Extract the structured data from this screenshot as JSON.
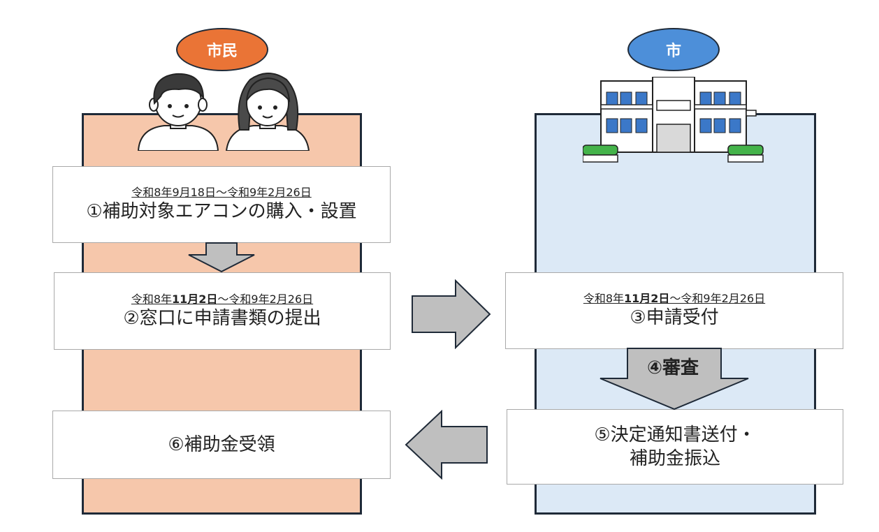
{
  "actors": {
    "citizen": {
      "label": "市民",
      "color": "#ea7436"
    },
    "city": {
      "label": "市",
      "color": "#4d8fd9"
    }
  },
  "steps": {
    "step1": {
      "date": "令和8年9月18日～令和9年2月26日",
      "label": "①補助対象エアコンの購入・設置"
    },
    "step2": {
      "date_start": "令和8年",
      "date_bold": "11月2日",
      "date_end": "～令和9年2月26日",
      "label": "②窓口に申請書類の提出"
    },
    "step3": {
      "date_start": "令和8年",
      "date_bold": "11月2日",
      "date_end": "～令和9年2月26日",
      "label": "③申請受付"
    },
    "step4": {
      "label": "④審査"
    },
    "step5": {
      "line1": "⑤決定通知書送付・",
      "line2": "補助金振込"
    },
    "step6": {
      "label": "⑥補助金受領"
    }
  },
  "colors": {
    "citizen_panel": "#f6c7ab",
    "city_panel": "#dce9f6",
    "arrow_fill": "#bfbfbf",
    "border": "#1f2a38"
  },
  "icons": [
    "boy-icon",
    "girl-icon",
    "city-hall-icon"
  ]
}
